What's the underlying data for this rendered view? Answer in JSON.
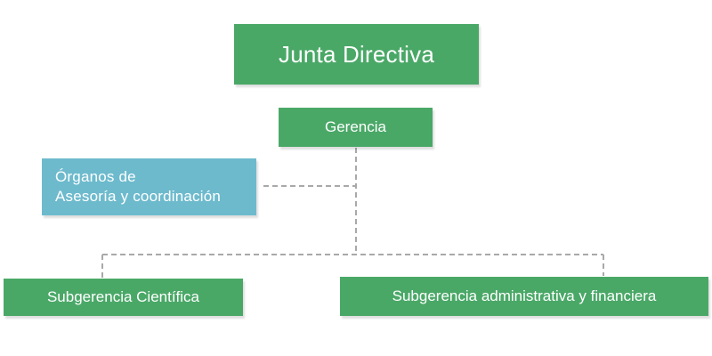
{
  "chart": {
    "top": {
      "label": "Junta Directiva",
      "color": "#4aa867"
    },
    "gerencia": {
      "label": "Gerencia",
      "color": "#4aa867"
    },
    "advisory": {
      "line1": "Órganos de",
      "line2": "Asesoría y coordinación",
      "color": "#6dbacd"
    },
    "subunits": [
      {
        "label": "Subgerencia Científica",
        "color": "#4aa867"
      },
      {
        "label": "Subgerencia administrativa y financiera",
        "color": "#4aa867"
      }
    ],
    "connector_color": "#a9a9a9"
  }
}
